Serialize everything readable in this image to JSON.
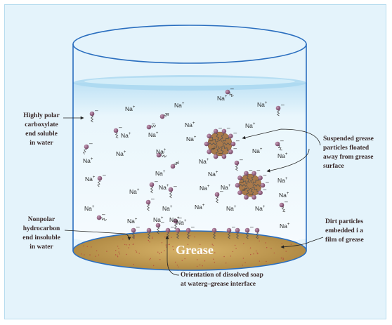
{
  "labels": {
    "polar_end": [
      "Highly polar",
      "carboxylate",
      "end soluble",
      "in water"
    ],
    "nonpolar_end": [
      "Nonpolar",
      "hydrocarbon",
      "end insoluble",
      "in water"
    ],
    "suspended": [
      "Suspended grease",
      "particles floated",
      "away from grease",
      "surface"
    ],
    "dirt": [
      "Dirt particles",
      "embedded i a",
      "film of grease"
    ],
    "orientation": [
      "Orientation of dissolved soap",
      "at waterg–grease interface"
    ],
    "grease": "Grease"
  },
  "ion": {
    "symbol": "Na",
    "charge": "+",
    "minus": "–"
  },
  "colors": {
    "background": "#e4f3fb",
    "beaker_outline": "#2a6ebf",
    "water_surface": "#c3e3f6",
    "grease_fill": "#c8a35a",
    "particle_fill": "#a87a4a",
    "soap_head": "#8a5a78"
  }
}
